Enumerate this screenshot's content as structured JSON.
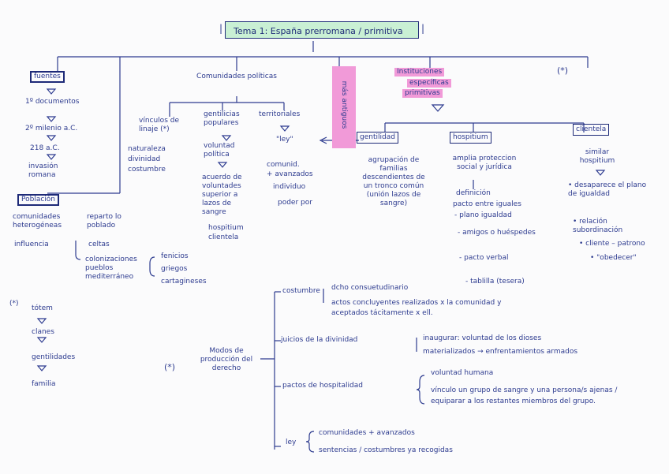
{
  "title": "Tema 1: España prerromana / primitiva",
  "fuentes": {
    "label": "fuentes",
    "items": [
      "1º documentos",
      "2º milenio a.C.",
      "218 a.C.",
      "invasión romana"
    ]
  },
  "poblacion": {
    "label": "Población",
    "comunidades": "comunidades heterogéneas",
    "reparto": "reparto lo poblado",
    "influencia": "influencia",
    "celtas": "celtas",
    "colonizaciones": "colonizaciones pueblos mediterráneo",
    "pueblos": [
      "fenicios",
      "griegos",
      "cartagineses"
    ]
  },
  "comunidades_politicas": {
    "label": "Comunidades políticas",
    "vinculos": {
      "label": "vínculos de linaje (*)",
      "items": [
        "naturaleza",
        "divinidad",
        "costumbre"
      ]
    },
    "gentilicias": {
      "label": "gentilicias populares",
      "sub": "voluntad política",
      "detail": "acuerdo de voluntades superior a lazos de sangre",
      "items": [
        "hospitium",
        "clientela"
      ]
    },
    "territoriales": {
      "label": "territoriales",
      "ley": "\"ley\"",
      "items": [
        "comunid.",
        "+ avanzados"
      ],
      "individuo": "individuo",
      "poder": "poder por"
    }
  },
  "instituciones": {
    "label": "Instituciones",
    "label2": "específicas",
    "label3": "primitivas",
    "star": "(*)",
    "pink_tag": "más antiguos",
    "gentilidad": {
      "label": "gentilidad",
      "desc": "agrupación de familias descendientes de un tronco común (unión lazos de sangre)"
    },
    "hospitium": {
      "label": "hospitium",
      "desc": "amplia proteccion social y jurídica",
      "items": [
        "definición",
        "pacto entre iguales",
        "- plano igualdad",
        "- amigos o huéspedes",
        "- pacto verbal",
        "- tablilla (tesera)"
      ]
    },
    "clientela": {
      "label": "clientela",
      "desc": "similar hospitium",
      "items": [
        "• desaparece el plano de igualdad",
        "• relación subordinación",
        "• cliente – patrono",
        "• \"obedecer\""
      ]
    }
  },
  "totem": {
    "label": "(*)",
    "items": [
      "tótem",
      "clanes",
      "gentilidades",
      "familia"
    ]
  },
  "modos": {
    "star": "(*)",
    "label": "Modos de producción del derecho",
    "costumbre": {
      "label": "costumbre",
      "a": "dcho consuetudinario",
      "b": "actos concluyentes realizados x la comunidad y aceptados tácitamente x ell."
    },
    "juicios": {
      "label": "juicios de la divinidad",
      "a": "inaugurar: voluntad de los dioses",
      "b": "materializados → enfrentamientos armados"
    },
    "pactos": {
      "label": "pactos de hospitalidad",
      "a": "voluntad humana",
      "b": "vínculo un grupo de sangre y una persona/s ajenas / equiparar a los restantes miembros del grupo."
    },
    "ley": {
      "label": "ley",
      "a": "comunidades + avanzados",
      "b": "sentencias / costumbres ya recogidas"
    }
  },
  "colors": {
    "ink": "#2d3b8f",
    "title_bg": "#c9f0d4",
    "highlight": "#f19ad8"
  }
}
